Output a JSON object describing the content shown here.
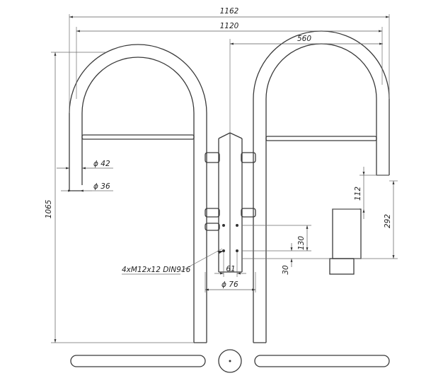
{
  "dimensions": {
    "total_width": "1162",
    "inner_width": "1120",
    "half_width": "560",
    "outer_diameter": "ϕ 42",
    "inner_diameter": "ϕ 36",
    "total_height": "1065",
    "height_112": "112",
    "height_292": "292",
    "bolt_spacing": "130",
    "bolt_offset": "30",
    "post_offset": "61",
    "post_diameter": "ϕ 76"
  },
  "callouts": {
    "fasteners": "4xM12x12 DIN916"
  }
}
